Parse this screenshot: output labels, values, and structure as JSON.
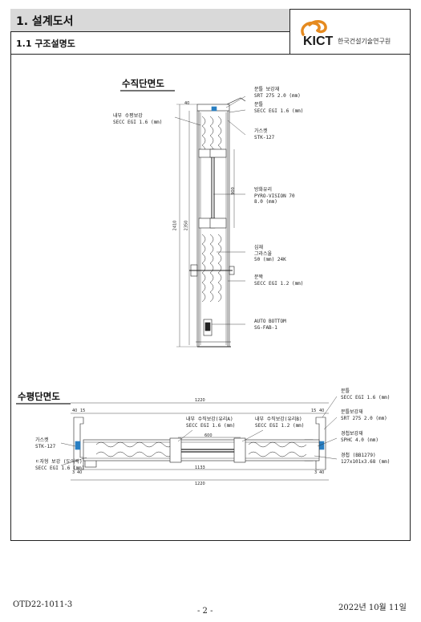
{
  "header": {
    "title": "1. 설계도서",
    "subtitle": "1.1 구조설명도",
    "logo_text": "KICT",
    "logo_org": "한국건설기술연구원"
  },
  "vertical_section": {
    "title": "수직단면도",
    "labels": {
      "frame_reinforce": "문틀 보강재\nSRT 275 2.0 (mm)",
      "frame": "문틀\nSECC EGI 1.6 (mm)",
      "gasket": "가스켓\nSTK-127",
      "inner_reinforce": "내부 수평보강\nSECC EGI 1.6 (mm)",
      "glass": "방화유리\nPYRO-VISION 70\n8.0 (mm)",
      "core": "심재\n그라스울\n50 (mm) 24K",
      "leaf": "문짝\nSECC EGI 1.2 (mm)",
      "auto_bottom": "AUTO BOTTOM\nSG-FAB-1"
    },
    "dims": {
      "total": "2410",
      "leaf_height": "2350",
      "glass_height": "900",
      "top": "40"
    }
  },
  "horizontal_section": {
    "title": "수평단면도",
    "labels": {
      "frame": "문틀\nSECC EGI 1.6 (mm)",
      "frame_reinforce": "문틀보강재\nSRT 275 2.0 (mm)",
      "anchor_reinforce": "경첩보강재\nSPHC 4.0 (mm)",
      "hinge": "경첩 (BB1279)\n127x101x3.68 (mm)",
      "gasket": "가스켓\nSTK-127",
      "vertical_reinforce": "ㄷ자형 보강 (도어락)\nSECC EGI 1.6 (mm)",
      "glass_reinforce_a": "내부 수직보강(유리A)\nSECC EGI 1.6 (mm)",
      "glass_reinforce_b": "내부 수직보강(유리B)\nSECC EGI 1.2 (mm)"
    },
    "dims": {
      "overall_top": "1220",
      "overall_bottom": "1220",
      "inner": "1133",
      "glass": "600",
      "left_top": "40",
      "left_top2": "15",
      "left_bottom": "3",
      "left_bottom2": "40",
      "right_top": "15",
      "right_top2": "40",
      "right_bottom": "3",
      "right_bottom2": "40"
    }
  },
  "footer": {
    "doc_no": "OTD22-1011-3",
    "page": "- 2 -",
    "date": "2022년 10월 11일"
  }
}
